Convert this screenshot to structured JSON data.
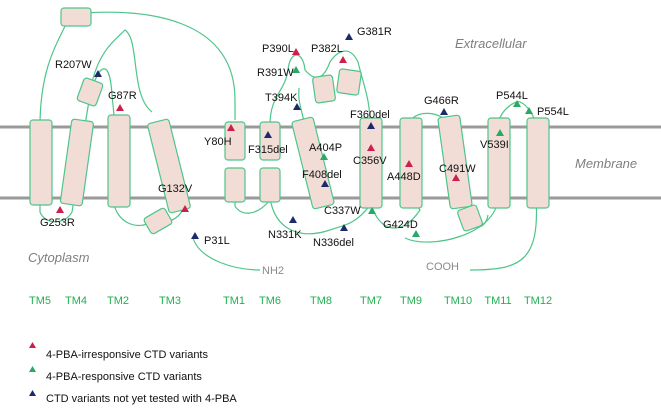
{
  "regions": {
    "extracellular": "Extracellular",
    "membrane": "Membrane",
    "cytoplasm": "Cytoplasm"
  },
  "termini": {
    "n": "NH2",
    "c": "COOH"
  },
  "tm_labels": [
    "TM5",
    "TM4",
    "TM2",
    "TM3",
    "TM1",
    "TM6",
    "TM8",
    "TM7",
    "TM9",
    "TM10",
    "TM11",
    "TM12"
  ],
  "colors": {
    "irresponsive": "#cc1f4a",
    "responsive": "#2aa866",
    "untested": "#1a2a6b",
    "helix_fill": "#f2ddd6",
    "helix_stroke": "#4ec58a",
    "tm_text": "#22b050",
    "membrane_line": "#9a9a9a"
  },
  "variants": [
    {
      "label": "R207W",
      "type": "untested"
    },
    {
      "label": "G87R",
      "type": "irresponsive"
    },
    {
      "label": "G253R",
      "type": "irresponsive"
    },
    {
      "label": "G132V",
      "type": "irresponsive"
    },
    {
      "label": "P31L",
      "type": "untested"
    },
    {
      "label": "Y80H",
      "type": "irresponsive"
    },
    {
      "label": "F315del",
      "type": "untested"
    },
    {
      "label": "P390L",
      "type": "irresponsive"
    },
    {
      "label": "R391W",
      "type": "responsive"
    },
    {
      "label": "P382L",
      "type": "irresponsive"
    },
    {
      "label": "G381R",
      "type": "untested"
    },
    {
      "label": "T394K",
      "type": "untested"
    },
    {
      "label": "A404P",
      "type": "responsive"
    },
    {
      "label": "F408del",
      "type": "untested"
    },
    {
      "label": "N331K",
      "type": "untested"
    },
    {
      "label": "N336del",
      "type": "untested"
    },
    {
      "label": "F360del",
      "type": "untested"
    },
    {
      "label": "C356V",
      "type": "irresponsive"
    },
    {
      "label": "C337W",
      "type": "responsive"
    },
    {
      "label": "G424D",
      "type": "responsive"
    },
    {
      "label": "A448D",
      "type": "irresponsive"
    },
    {
      "label": "G466R",
      "type": "untested"
    },
    {
      "label": "C491W",
      "type": "irresponsive"
    },
    {
      "label": "V539I",
      "type": "responsive"
    },
    {
      "label": "P544L",
      "type": "responsive"
    },
    {
      "label": "P554L",
      "type": "responsive"
    }
  ],
  "legend": {
    "irresponsive": "4-PBA-irresponsive CTD variants",
    "responsive": "4-PBA-responsive CTD variants",
    "untested": "CTD variants not yet tested with 4-PBA"
  }
}
